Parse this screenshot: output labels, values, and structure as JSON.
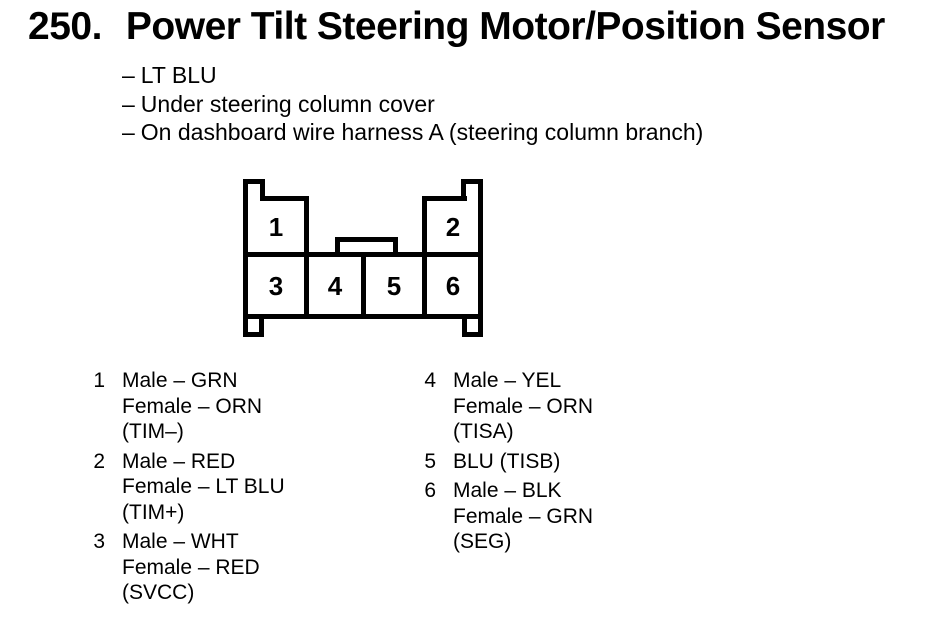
{
  "header": {
    "number": "250.",
    "title": "Power Tilt Steering Motor/Position Sensor"
  },
  "notes": {
    "dash": "–",
    "items": [
      "LT BLU",
      "Under steering column cover",
      "On dashboard wire harness A (steering column branch)"
    ]
  },
  "connector": {
    "pins": [
      "1",
      "2",
      "3",
      "4",
      "5",
      "6"
    ]
  },
  "legend": {
    "left": [
      {
        "num": "1",
        "lines": [
          "Male – GRN",
          "Female – ORN",
          "(TIM–)"
        ]
      },
      {
        "num": "2",
        "lines": [
          "Male – RED",
          "Female – LT BLU",
          "(TIM+)"
        ]
      },
      {
        "num": "3",
        "lines": [
          "Male – WHT",
          "Female – RED",
          "(SVCC)"
        ]
      }
    ],
    "right": [
      {
        "num": "4",
        "lines": [
          "Male – YEL",
          "Female – ORN",
          "(TISA)"
        ]
      },
      {
        "num": "5",
        "lines": [
          "BLU (TISB)"
        ]
      },
      {
        "num": "6",
        "lines": [
          "Male – BLK",
          "Female – GRN",
          "(SEG)"
        ]
      }
    ]
  },
  "colors": {
    "ink": "#000000",
    "paper": "#ffffff"
  }
}
